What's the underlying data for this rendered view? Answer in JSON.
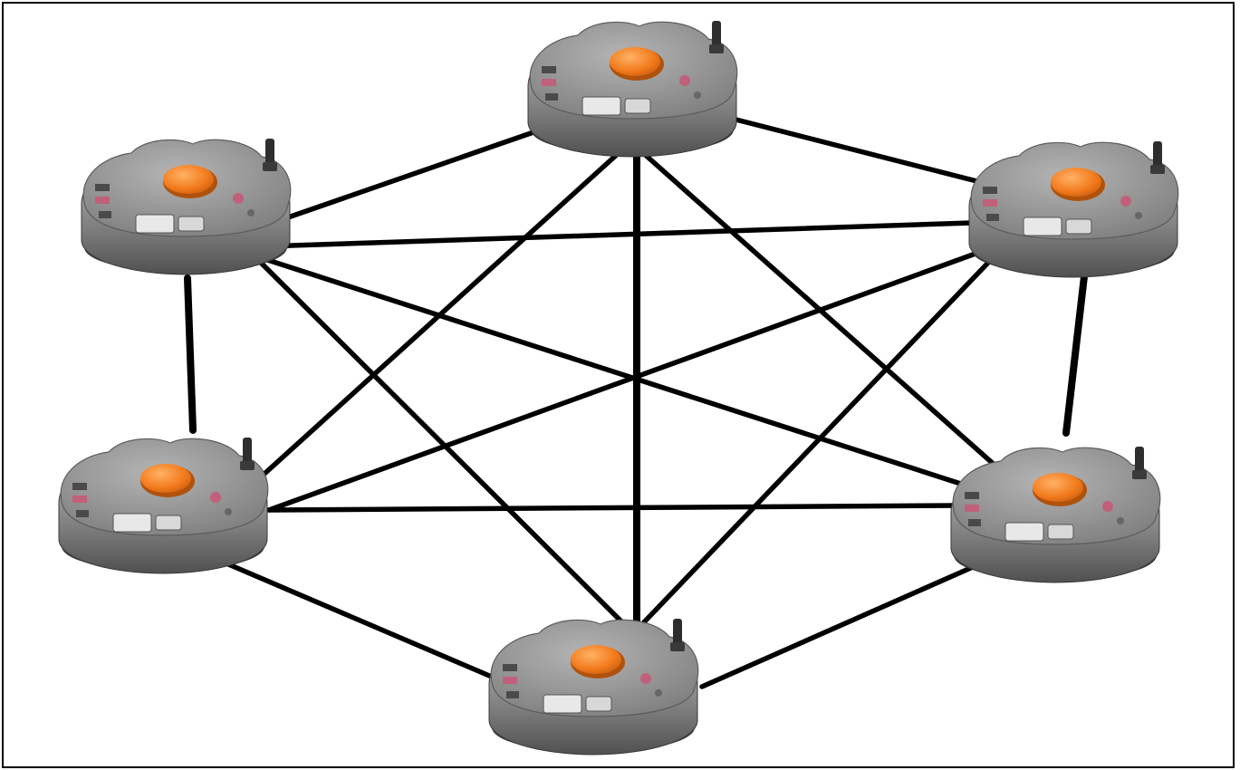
{
  "diagram": {
    "kind": "full-mesh",
    "node_kind": "wireless-sensor-node",
    "colors": {
      "background": "#ffffff",
      "link": "#000000",
      "device_body": "#7d7d7d",
      "device_top": "#9a9a9a",
      "device_dark": "#4a4a4a",
      "button": "#f07a1a",
      "button_highlight": "#ffb060",
      "port": "#e8e8e8",
      "accent": "#c0607a"
    },
    "nodes": [
      {
        "id": "n1",
        "icon": "sensor-node-icon"
      },
      {
        "id": "n2",
        "icon": "sensor-node-icon"
      },
      {
        "id": "n3",
        "icon": "sensor-node-icon"
      },
      {
        "id": "n4",
        "icon": "sensor-node-icon"
      },
      {
        "id": "n5",
        "icon": "sensor-node-icon"
      },
      {
        "id": "n6",
        "icon": "sensor-node-icon"
      }
    ],
    "links": [
      [
        "n1",
        "n2"
      ],
      [
        "n1",
        "n3"
      ],
      [
        "n1",
        "n4"
      ],
      [
        "n1",
        "n5"
      ],
      [
        "n1",
        "n6"
      ],
      [
        "n2",
        "n3"
      ],
      [
        "n2",
        "n4"
      ],
      [
        "n2",
        "n5"
      ],
      [
        "n2",
        "n6"
      ],
      [
        "n3",
        "n4"
      ],
      [
        "n3",
        "n5"
      ],
      [
        "n3",
        "n6"
      ],
      [
        "n4",
        "n5"
      ],
      [
        "n4",
        "n6"
      ],
      [
        "n5",
        "n6"
      ]
    ]
  }
}
